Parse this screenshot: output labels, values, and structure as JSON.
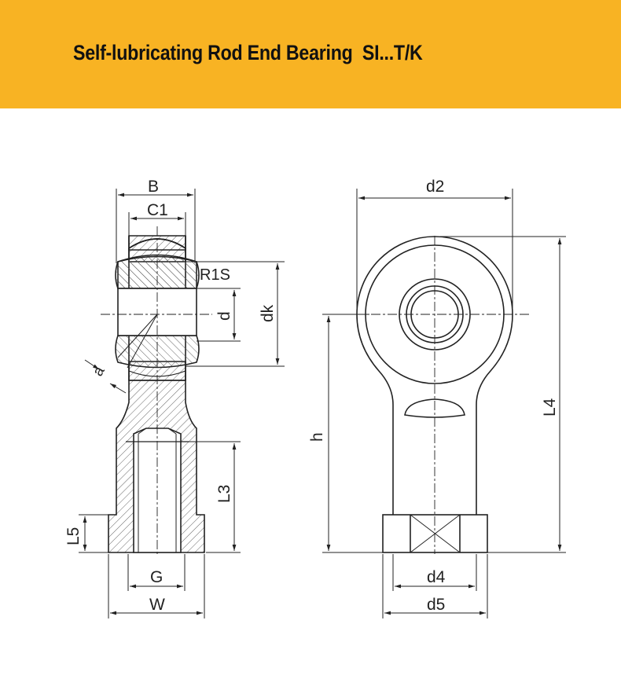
{
  "header": {
    "title": "Self-lubricating Rod End Bearing  SI...T/K",
    "background": "#f8b323"
  },
  "diagram": {
    "side_view": {
      "B": "B",
      "C1": "C1",
      "R1s": "R1S",
      "d": "d",
      "dk": "dk",
      "a": "a",
      "L3": "L3",
      "L5": "L5",
      "G": "G",
      "W": "W"
    },
    "front_view": {
      "d2": "d2",
      "L4": "L4",
      "h": "h",
      "d4": "d4",
      "d5": "d5"
    }
  }
}
